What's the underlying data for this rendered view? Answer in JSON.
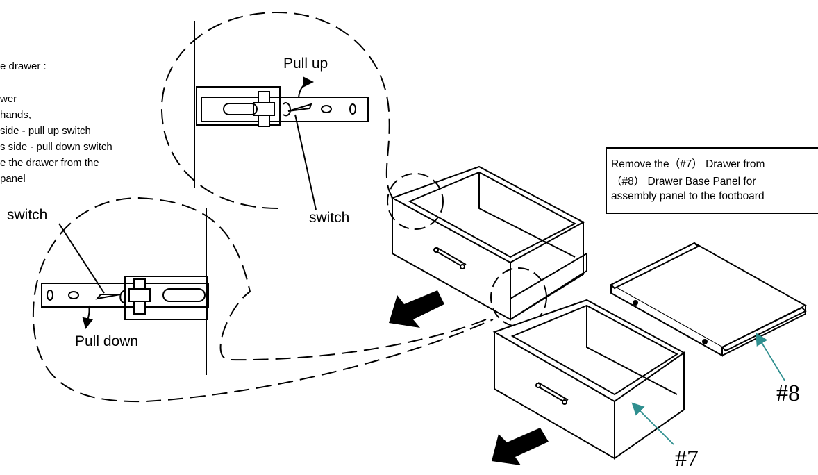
{
  "instructions": {
    "lines": [
      "e drawer :",
      "wer",
      "hands,",
      "side - pull up switch",
      "s side - pull down switch",
      "e the drawer from the",
      "panel"
    ]
  },
  "labels": {
    "pull_up": "Pull up",
    "pull_down": "Pull down",
    "switch_top": "switch",
    "switch_bottom": "switch"
  },
  "note_box": {
    "line1": "Remove the（#7） Drawer from",
    "line2": "（#8） Drawer Base Panel for",
    "line3": "assembly panel to the footboard"
  },
  "parts": {
    "drawer": "#7",
    "base_panel": "#8"
  },
  "colors": {
    "ink": "#000000",
    "leader": "#2f8f8f",
    "paper": "#ffffff"
  }
}
